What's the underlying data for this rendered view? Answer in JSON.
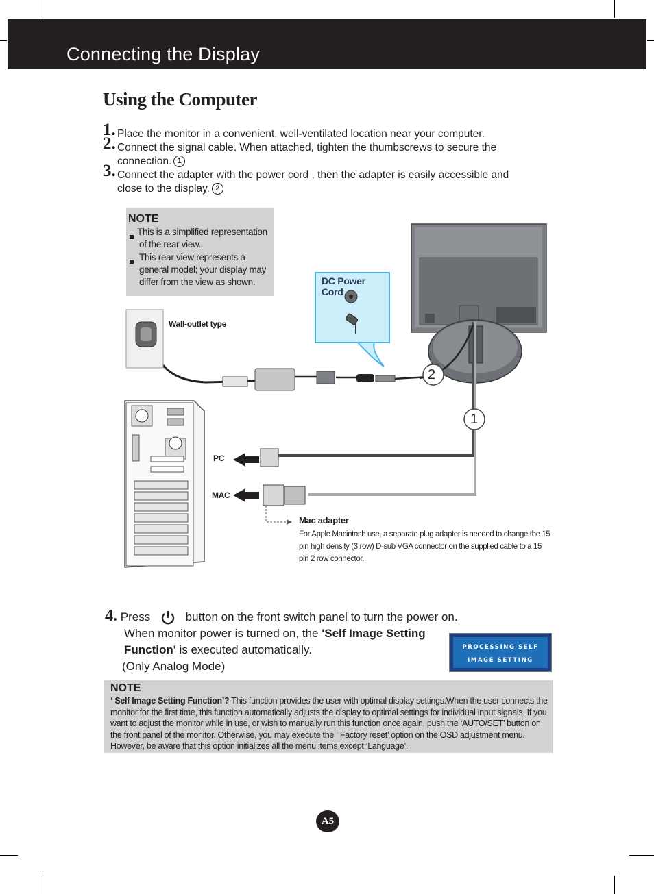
{
  "header": {
    "title": "Connecting the Display"
  },
  "section": {
    "title": "Using the Computer"
  },
  "steps": [
    {
      "num": "1.",
      "text": "Place the monitor in a convenient, well-ventilated location near your computer."
    },
    {
      "num": "2.",
      "text_line1": "Connect the signal cable. When attached, tighten the thumbscrews to secure the",
      "text_line2": "connection.",
      "marker": "1"
    },
    {
      "num": "3.",
      "text_line1": "Connect the adapter with the power cord , then the adapter is easily accessible and",
      "text_line2": "close to the display.",
      "marker": "2"
    }
  ],
  "note_box": {
    "title": "NOTE",
    "item1_line1": "This is a simplified representation",
    "item1_line2": "of the rear view.",
    "item2_line1": "This rear view represents a",
    "item2_line2": "general model; your display may",
    "item2_line3": "differ from the view as shown."
  },
  "diagram": {
    "dc_power_cord": "DC Power Cord",
    "wall_outlet": "Wall-outlet type",
    "pc": "PC",
    "mac": "MAC",
    "callout_1": "1",
    "callout_2": "2",
    "mac_adapter_title": "Mac adapter",
    "mac_adapter_desc": "For Apple Macintosh use, a  separate plug adapter is needed to change the 15 pin high density (3 row) D-sub VGA connector on the supplied cable to a 15 pin  2 row connector."
  },
  "step4": {
    "num": "4.",
    "press": "Press",
    "after_icon": "button on the front switch panel to turn the power on.",
    "line2_prefix": "When monitor power is turned on, the ",
    "line2_bold": "'Self Image Setting",
    "line3_bold": "Function'",
    "line3_rest": " is executed automatically.",
    "line4": "(Only Analog Mode)",
    "power_icon": "power-icon"
  },
  "osd": {
    "line1": "PROCESSING SELF",
    "line2": "IMAGE SETTING"
  },
  "note2": {
    "title": "NOTE",
    "bold_lead": "‘ Self Image Setting Function’?",
    "body": " This function provides the user with optimal display settings.When the user connects the monitor for the first time, this function automatically adjusts the display to optimal settings for individual input signals. If you want to adjust the monitor while in use, or wish to manually run this function once again, push the ‘AUTO/SET’ button on the front panel of the monitor. Otherwise, you may execute the ‘ Factory reset’ option on the OSD adjustment menu. However, be aware that this option initializes all the menu items except ‘Language’."
  },
  "page_number": "A5",
  "colors": {
    "header_bg": "#231f20",
    "note_bg": "#d1d2d3",
    "dc_box_bg": "#cceefa",
    "dc_box_border": "#4cb4e6",
    "osd_bg": "#1e6fb8"
  }
}
